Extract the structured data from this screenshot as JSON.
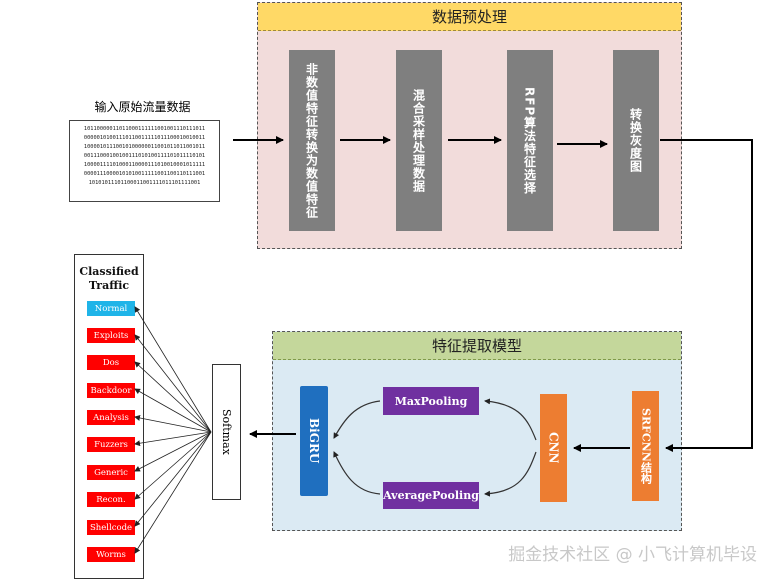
{
  "preprocess": {
    "title": "数据预处理",
    "steps": [
      "非数值特征转换为数值特征",
      "混合采样处理数据",
      "RFP算法特征选择",
      "转换灰度图"
    ]
  },
  "input": {
    "label": "输入原始流量数据",
    "binary_lines": [
      "10110000011011000111111001001110111011",
      "00000101001110110011111011100010010011",
      "10000101110010100000011001011011001011",
      "00111000100100111010100111101011110101",
      "10000111101000110000111010010001011111",
      "00001110000101010011111001100110111001",
      "10101011101100011001111011101111001"
    ]
  },
  "feature": {
    "title": "特征提取模型",
    "srfcnn": "SRFCNN结构",
    "cnn": "CNN",
    "maxpool": "MaxPooling",
    "avgpool": "AveragePooling",
    "bigru": "BiGRU"
  },
  "softmax": "Softmax",
  "classified": {
    "title": "Classified Traffic",
    "items": [
      "Normal",
      "Exploits",
      "Dos",
      "Backdoor",
      "Analysis",
      "Fuzzers",
      "Generic",
      "Recon.",
      "Shellcode",
      "Worms"
    ]
  },
  "colors": {
    "normal": "#1fb4e8",
    "attack": "#ff0000",
    "preprocess_bg": "#f2dcdb",
    "preprocess_header": "#ffd966",
    "feature_bg": "#dbeaf3",
    "feature_header": "#c4d79b",
    "step_box": "#7f7f7f",
    "pool_box": "#7030a0",
    "cnn_box": "#ed7d31",
    "bigru_box": "#1f6fbf"
  },
  "watermark": "掘金技术社区 @ 小飞计算机毕设"
}
